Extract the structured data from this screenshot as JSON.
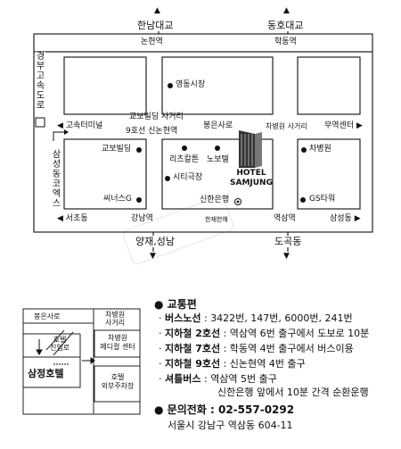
{
  "map": {
    "top_bridges": [
      "한남대교",
      "동호대교"
    ],
    "top_streets": [
      "논현역",
      "학동역"
    ],
    "landmarks": {
      "yeongdong_market": "영동시장",
      "kyobo_intersection": "교보빌딩 사거리",
      "line9_sinnonhyeon": "9호선 신논현역",
      "bongeunsa_ro": "봉은사로",
      "chabyeongwon_intersection": "차병원 사거리",
      "express_terminal": "고속터미널",
      "trade_center": "무역센터",
      "kyobo_building": "교보빌딩",
      "ritz_carlton": "리츠칼튼",
      "novotel": "노보텔",
      "cha_hospital": "차병원",
      "city_theater": "시티극장",
      "hotel": "HOTEL\nSAMJUNG",
      "cinus_g": "씨너스G",
      "shinhan_bank": "신한은행",
      "gs_tower": "GS타워",
      "seocho_dong": "서초동",
      "gangnam_station": "강남역",
      "small_label": "한재헌해",
      "yeoksam_station": "역삼역",
      "samseong_dong": "삼성동",
      "yangjae_seongnam": "양재,성남",
      "dogok_dong": "도곡동",
      "gyeongbu_expressway": "경부고속도로",
      "samseong_co": "삼성동코엑스"
    }
  },
  "inset": {
    "bongeunsa_ro": "봉은사로",
    "cha_intersection": "차병원\n사거리",
    "hotel_entrance": "호텔\n진입로",
    "cha_medical_center": "차병원\n메디컬 센터",
    "hotel_name": "삼정호텔",
    "hotel_parking": "호텔\n외부주차장"
  },
  "info": {
    "transport_title": "교통편",
    "bus_label": "버스노선",
    "bus_value": "3422번, 147번, 6000번, 241번",
    "line2_label": "지하철 2호선",
    "line2_value": "역삼역 6번 출구에서 도보로 10분",
    "line7_label": "지하철 7호선",
    "line7_value": "학동역 4번 출구에서 버스이용",
    "line9_label": "지하철 9호선",
    "line9_value": "신논현역 4번 출구",
    "shuttle_label": "셔틀버스",
    "shuttle_value1": "역삼역 5번 출구",
    "shuttle_value2": "신한은행 앞에서 10분 간격 순환운행",
    "phone_label": "문의전화",
    "phone_value": "02-557-0292",
    "address": "서울시 강남구 역삼동 604-11"
  }
}
